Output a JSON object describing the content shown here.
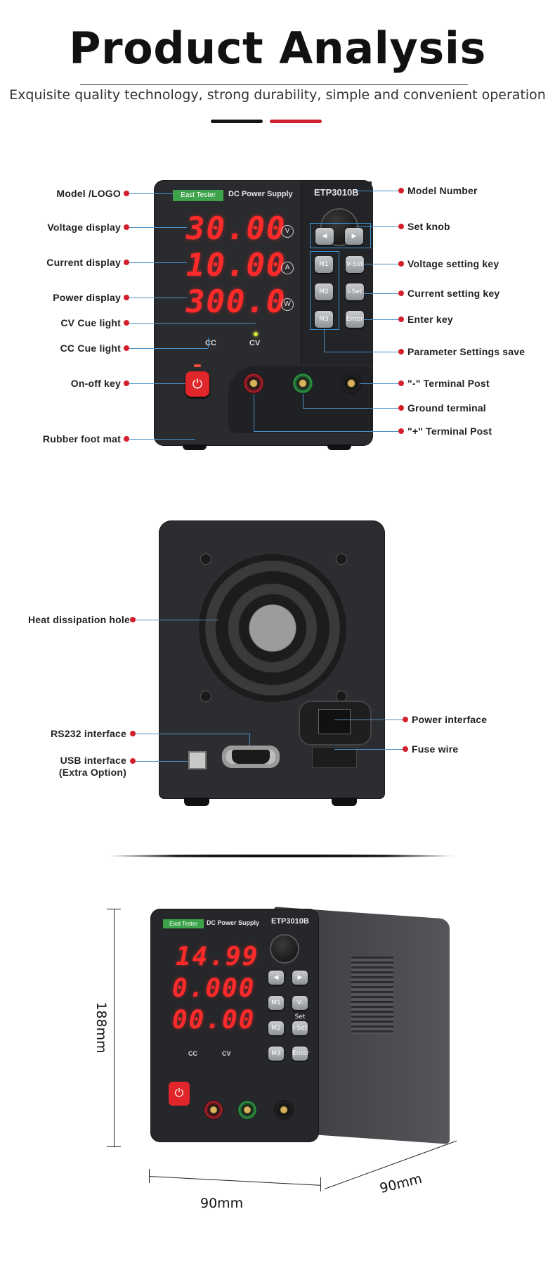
{
  "header": {
    "title": "Product Analysis",
    "subtitle": "Exquisite quality technology, strong durability, simple and convenient operation"
  },
  "front": {
    "brand_logo": "East Tester",
    "panel_title": "DC Power Supply",
    "model": "ETP3010B",
    "voltage_value": "30.00",
    "current_value": "10.00",
    "power_value": "300.0",
    "unit_v": "V",
    "unit_a": "A",
    "unit_w": "W",
    "cc_label": "CC",
    "cv_label": "CV",
    "key_left": "◀",
    "key_right": "▶",
    "key_m1": "M1",
    "key_m2": "M2",
    "key_m3": "M3",
    "key_vset": "V-Set",
    "key_iset": "I-Set",
    "key_enter": "Enter",
    "power_icon": "⏻",
    "labels_left": {
      "model_logo": "Model /LOGO",
      "voltage_display": "Voltage display",
      "current_display": "Current display",
      "power_display": "Power display",
      "cv_cue": "CV Cue light",
      "cc_cue": "CC Cue light",
      "onoff": "On-off key",
      "rubber": "Rubber foot mat"
    },
    "labels_right": {
      "model_number": "Model Number",
      "set_knob": "Set knob",
      "voltage_key": "Voltage setting key",
      "current_key": "Current setting key",
      "enter_key": "Enter key",
      "param_save": "Parameter Settings save",
      "minus_post": "\"-\"  Terminal Post",
      "ground": "Ground terminal",
      "plus_post": "\"+\"  Terminal Post"
    }
  },
  "back": {
    "heat": "Heat dissipation hole",
    "rs232": "RS232 interface",
    "usb": "USB interface",
    "usb_note": "(Extra Option)",
    "power_interface": "Power interface",
    "fuse": "Fuse wire"
  },
  "side": {
    "brand_logo": "East Tester",
    "panel_title": "DC Power Supply",
    "model": "ETP3010B",
    "voltage_value": "14.99",
    "current_value": "0.000",
    "power_value": "00.00",
    "cc_label": "CC",
    "cv_label": "CV",
    "height_dim": "188mm",
    "width_dim": "90mm",
    "depth_dim": "90mm"
  },
  "colors": {
    "accent_red": "#d21f2b",
    "leader_blue": "#4a90c8",
    "segment_red": "#ff2a2a",
    "logo_green": "#3da34a"
  }
}
